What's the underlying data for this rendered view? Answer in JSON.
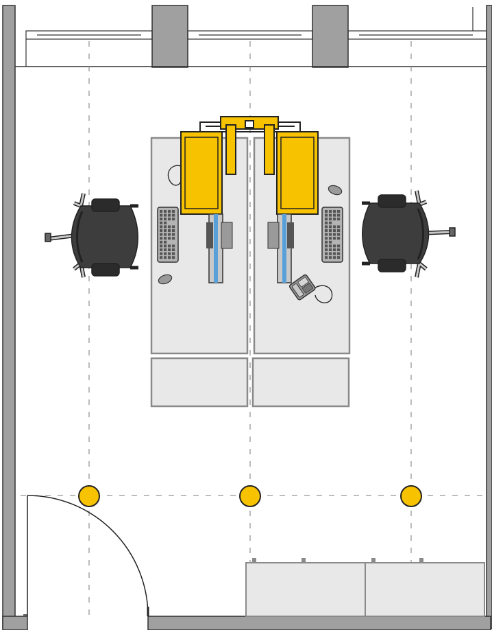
{
  "colors": {
    "wall": "#a0a0a0",
    "wall_outline": "#303030",
    "floor": "#ffffff",
    "desk": "#e8e8e8",
    "desk_outline": "#8a8a8a",
    "monitor": "#f7c200",
    "monitor_outline": "#222222",
    "chair": "#3d3d3d",
    "chair_leg": "#c8c8c8",
    "keyboard": "#b4b4b4",
    "light": "#f7c200",
    "cable": "#5aa0d8",
    "grid_line": "#7a7a7a"
  },
  "icons": {
    "chair": "office-chair-icon",
    "keyboard": "keyboard-icon",
    "mouse": "mouse-icon",
    "phone": "desk-phone-icon",
    "monitor": "monitor-icon",
    "light": "ceiling-light-icon",
    "door": "door-swing-icon"
  },
  "furniture": {
    "desks": 2,
    "side_tables": 2,
    "chairs": 2,
    "monitors": 2,
    "keyboards": 2,
    "mice": 2,
    "phones": 1,
    "cabinets": 2,
    "ceiling_lights": 3,
    "windows": 3,
    "doors": 1
  }
}
